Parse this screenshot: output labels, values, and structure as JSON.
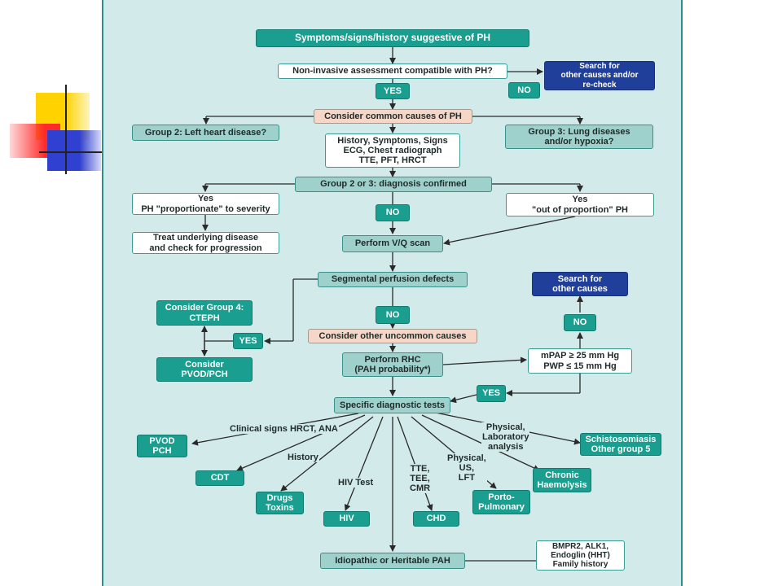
{
  "nodes": {
    "start": "Symptoms/signs/history suggestive of PH",
    "noninvasive": "Non-invasive assessment compatible with PH?",
    "search_recheck": "Search for\nother causes and/or\nre-check",
    "no_1": "NO",
    "yes_1": "YES",
    "common_causes": "Consider common causes of PH",
    "group2": "Group 2: Left heart disease?",
    "group3": "Group 3: Lung diseases\nand/or hypoxia?",
    "history_tests": "History, Symptoms, Signs\nECG, Chest radiograph\nTTE, PFT, HRCT",
    "diag_confirmed": "Group 2 or 3: diagnosis confirmed",
    "yes_proportionate": "Yes\nPH \"proportionate\" to severity",
    "yes_out_of_proportion": "Yes\n\"out of proportion\" PH",
    "no_2": "NO",
    "treat_underlying": "Treat underlying disease\nand check for progression",
    "vq_scan": "Perform V/Q scan",
    "segmental": "Segmental perfusion defects",
    "search_other": "Search for\nother causes",
    "cteph": "Consider Group 4:\nCTEPH",
    "yes_cteph": "YES",
    "no_3": "NO",
    "no_4": "NO",
    "uncommon": "Consider other uncommon causes",
    "pvod_consider": "Consider\nPVOD/PCH",
    "rhc": "Perform RHC\n(PAH probability*)",
    "mpap": "mPAP ≥ 25 mm Hg\nPWP ≤ 15 mm Hg",
    "yes_rhc": "YES",
    "specific_tests": "Specific diagnostic tests",
    "pvod_pch": "PVOD\nPCH",
    "cdt": "CDT",
    "drugs": "Drugs\nToxins",
    "hiv": "HIV",
    "chd": "CHD",
    "porto": "Porto-\nPulmonary",
    "haemolysis": "Chronic\nHaemolysis",
    "schisto": "Schistosomiasis\nOther group 5",
    "idiopathic": "Idiopathic or Heritable PAH",
    "bmpr2": "BMPR2, ALK1,\nEndoglin (HHT)\nFamily history"
  },
  "edge_labels": {
    "clinical_signs": "Clinical signs HRCT, ANA",
    "history": "History",
    "hiv_test": "HIV Test",
    "tte_tee": "TTE,\nTEE,\nCMR",
    "physical_us": "Physical,\nUS,\nLFT",
    "physical_lab": "Physical,\nLaboratory\nanalysis"
  }
}
